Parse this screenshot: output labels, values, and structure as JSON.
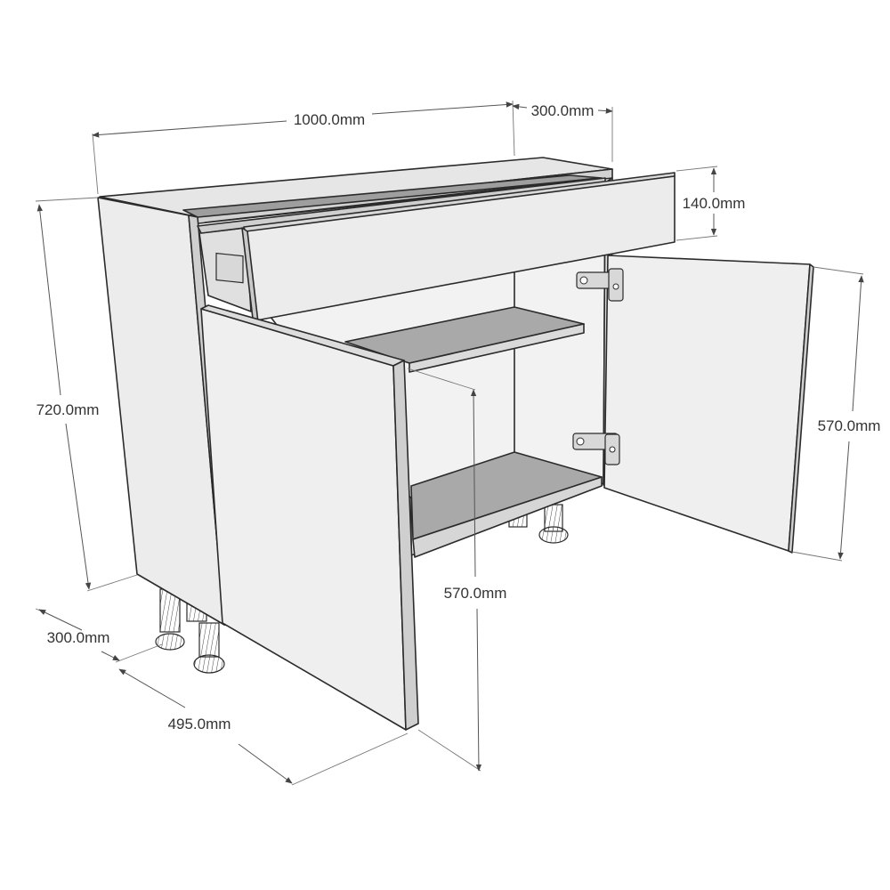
{
  "dimensions": {
    "width": "1000.0mm",
    "drawer_opening": "300.0mm",
    "drawer_height": "140.0mm",
    "right_door_height": "570.0mm",
    "total_height": "720.0mm",
    "left_depth": "300.0mm",
    "depth": "495.0mm",
    "left_door_height": "570.0mm"
  },
  "colors": {
    "panel_light": "#efefef",
    "panel_mid": "#dcdcdc",
    "panel_dark": "#9e9e9e",
    "shelf_top": "#a9a9a9",
    "edge": "#2b2b2b"
  }
}
